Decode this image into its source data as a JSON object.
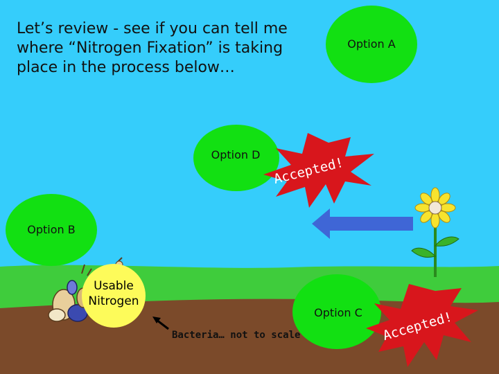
{
  "prompt": "Let’s review - see if you can tell me where “Nitrogen Fixation” is taking place in the process below…",
  "options": {
    "a": "Option A",
    "b": "Option B",
    "c": "Option C",
    "d": "Option D"
  },
  "labels": {
    "usable_nitrogen_line1": "Usable",
    "usable_nitrogen_line2": "Nitrogen",
    "bacteria_note": "Bacteria… not to scale"
  },
  "feedback": {
    "accepted_1": "Accepted!",
    "accepted_2": "Accepted!"
  },
  "colors": {
    "sky": "#35cdfb",
    "grass": "#3fcc3c",
    "soil": "#7b4a2a",
    "option_fill": "#12e012",
    "usable_fill": "#fdfb5a",
    "burst": "#d8161c",
    "arrow": "#3f66d6"
  }
}
